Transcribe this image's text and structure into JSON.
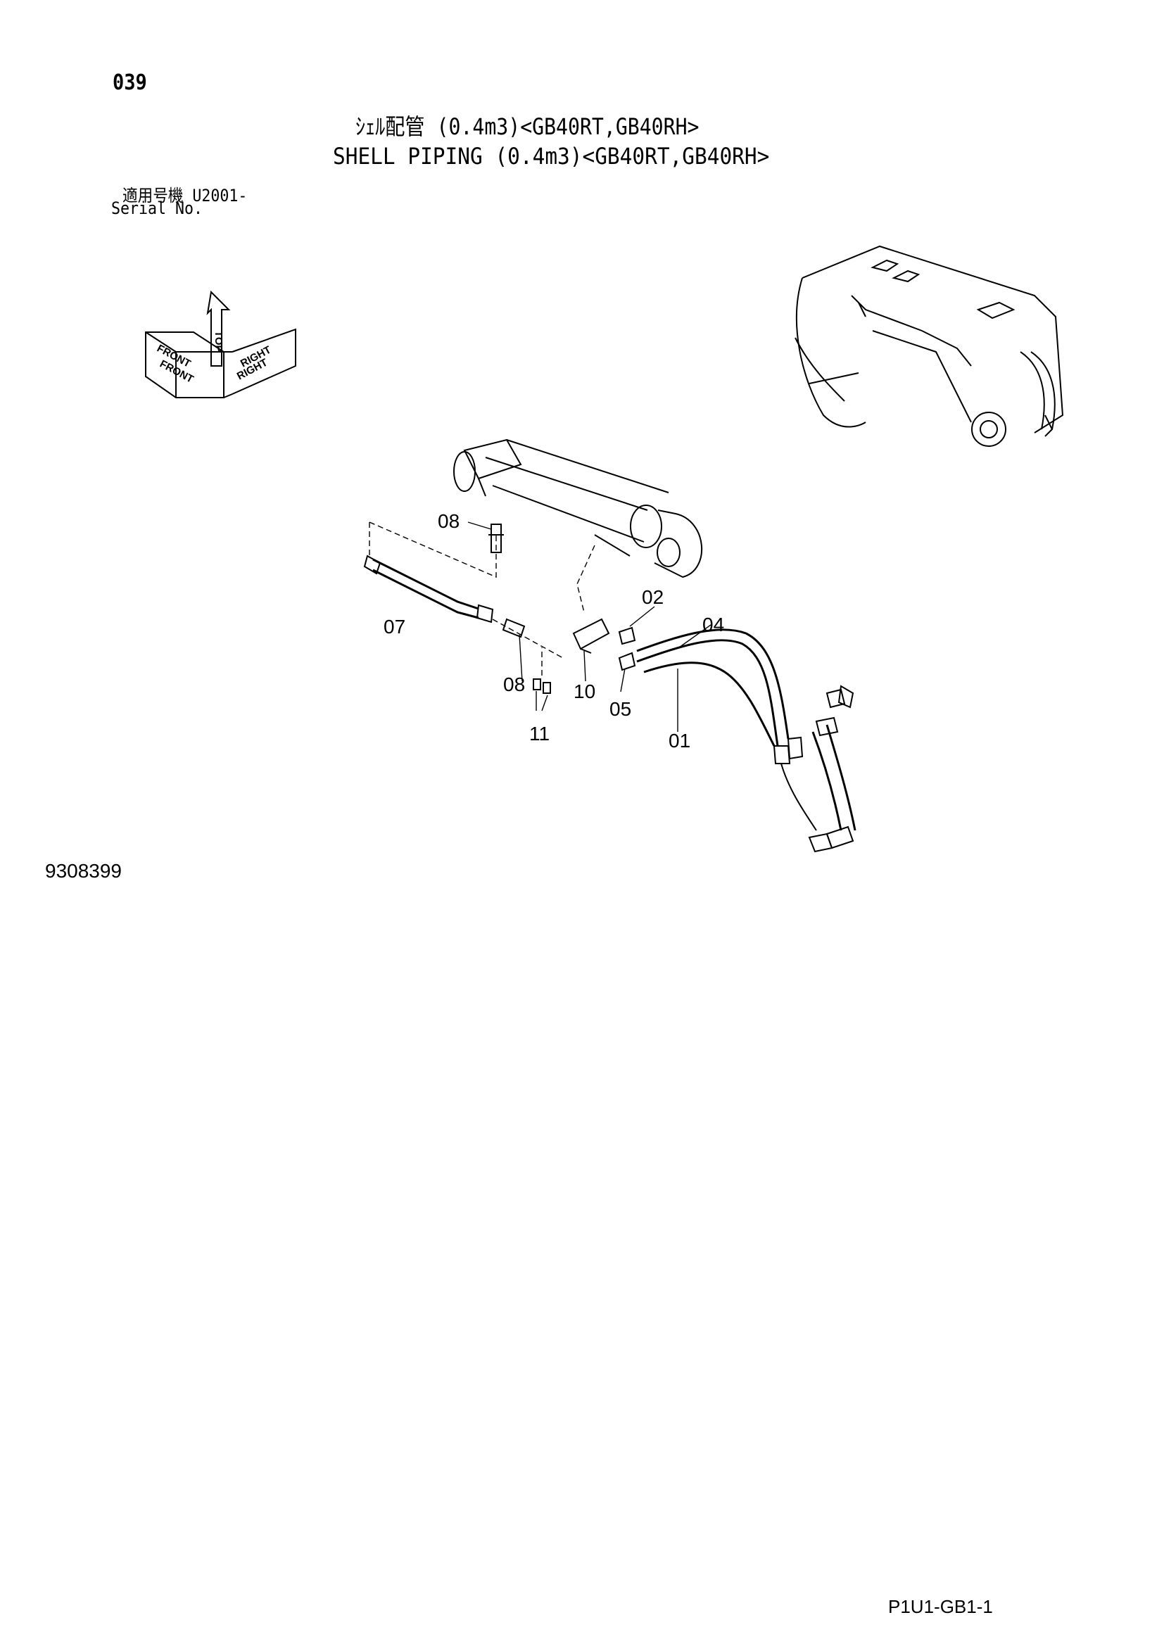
{
  "header": {
    "page_number": "039",
    "title_jp": "ｼｪﾙ配管 (0.4m3)<GB40RT,GB40RH>",
    "title_en": "SHELL PIPING (0.4m3)<GB40RT,GB40RH>",
    "serial_jp": "適用号機  U2001-",
    "serial_en": "Serial No."
  },
  "orientation": {
    "front": "FRONT",
    "top": "TOP",
    "right": "RIGHT"
  },
  "callouts": {
    "c01": "01",
    "c02": "02",
    "c04": "04",
    "c05": "05",
    "c07": "07",
    "c08a": "08",
    "c08b": "08",
    "c10": "10",
    "c11": "11"
  },
  "footer": {
    "drawing_number": "9308399",
    "page_code": "P1U1-GB1-1"
  }
}
